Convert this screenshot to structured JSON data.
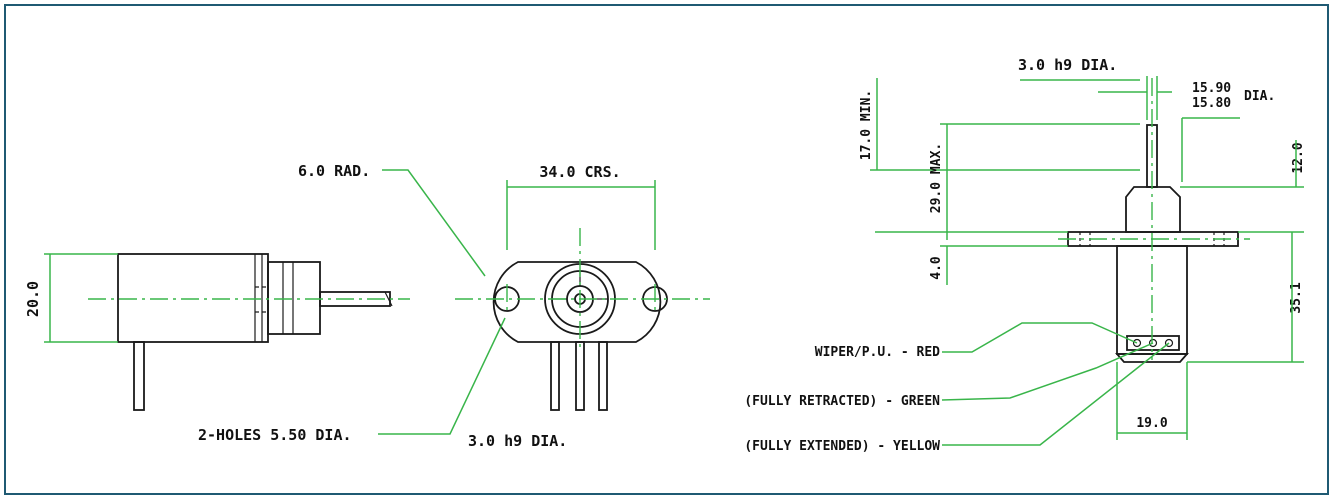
{
  "colors": {
    "frame": "#1f5a73",
    "dimension_lines": "#39b54a",
    "part_outline": "#1a1a1a"
  },
  "labels": {
    "height_20": "20.0",
    "rad_6": "6.0 RAD.",
    "crs_34": "34.0 CRS.",
    "holes": "2-HOLES 5.50 DIA.",
    "shaft_dia_front": "3.0 h9 DIA.",
    "shaft_dia_side": "3.0 h9 DIA.",
    "dia_15_90": "15.90",
    "dia_15_80": "15.80",
    "dia_suffix": "DIA.",
    "min_17": "17.0 MIN.",
    "max_29": "29.0 MAX.",
    "dim_4": "4.0",
    "dim_12": "12.0",
    "dim_35_1": "35.1",
    "dim_19": "19.0",
    "wiper": "WIPER/P.U. - RED",
    "retracted": "(FULLY RETRACTED) - GREEN",
    "extended": "(FULLY EXTENDED) - YELLOW"
  }
}
